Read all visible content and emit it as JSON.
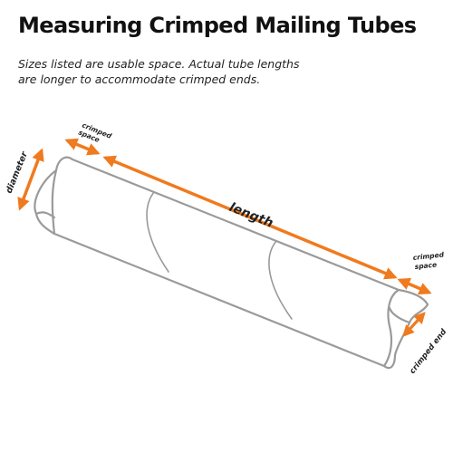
{
  "title": "Measuring Crimped Mailing Tubes",
  "subtitle": {
    "line1": "Sizes listed are usable space. Actual tube lengths",
    "line2": "are longer to accommodate crimped ends."
  },
  "labels": {
    "diameter": "diameter",
    "crimped_space_left_line1": "crimped",
    "crimped_space_left_line2": "space",
    "length": "length",
    "crimped_space_right_line1": "crimped",
    "crimped_space_right_line2": "space",
    "crimped_end": "crimped end"
  },
  "colors": {
    "arrow": "#f07a1e",
    "tube_outline": "#9a9a9a",
    "text": "#222222"
  }
}
